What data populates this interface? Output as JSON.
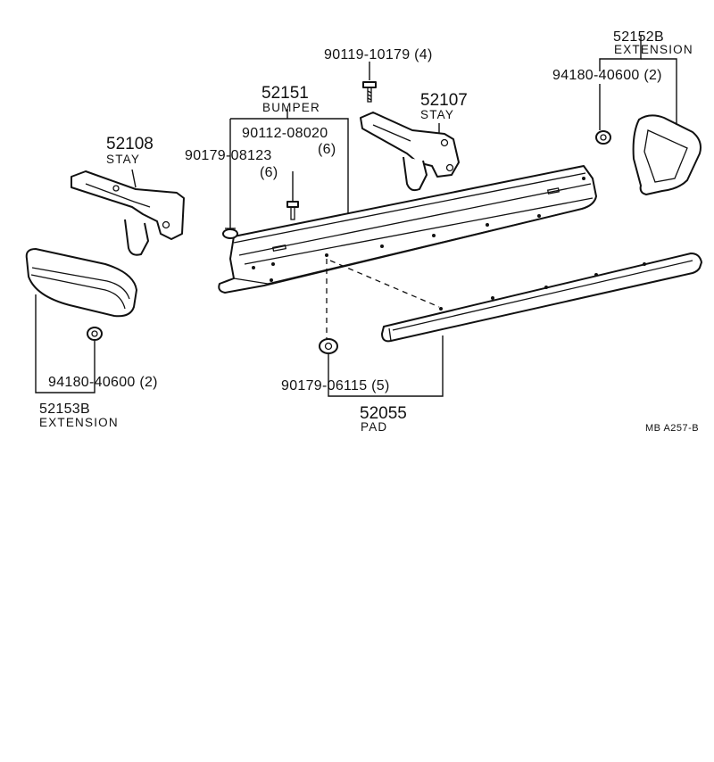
{
  "labels": {
    "bolt_top": "90119-10179 (4)",
    "extension_r_no": "52152B",
    "extension_r_name": "EXTENSION",
    "nut_r": "94180-40600 (2)",
    "bumper_no": "52151",
    "bumper_name": "BUMPER",
    "stay_r_no": "52107",
    "stay_r_name": "STAY",
    "bolt_mid": "90112-08020",
    "bolt_mid_qty": "(6)",
    "stay_l_no": "52108",
    "stay_l_name": "STAY",
    "clip_upper": "90179-08123",
    "clip_upper_qty": "(6)",
    "nut_l": "94180-40600 (2)",
    "extension_l_no": "52153B",
    "extension_l_name": "EXTENSION",
    "clip_lower": "90179-06115 (5)",
    "pad_no": "52055",
    "pad_name": "PAD",
    "drawing_code": "MB  A257-B"
  }
}
